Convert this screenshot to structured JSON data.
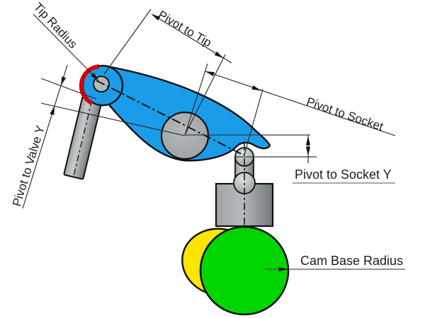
{
  "diagram": {
    "labels": {
      "tip_radius": "Tip Radius",
      "pivot_to_tip": "Pivot to Tip",
      "pivot_to_socket": "Pivot to Socket",
      "pivot_to_valve_y": "Pivot to Valve Y",
      "pivot_to_socket_y": "Pivot to Socket Y",
      "cam_base_radius": "Cam Base Radius"
    },
    "colors": {
      "rocker_arm": "#1b9ce8",
      "tip_radius_arc": "#d40000",
      "cam_base_circle": "#00d500",
      "cam_lobe": "#ffe400",
      "metal_gray": "#a8aeb0",
      "line": "#1a1a1a",
      "background": "#ffffff"
    }
  }
}
